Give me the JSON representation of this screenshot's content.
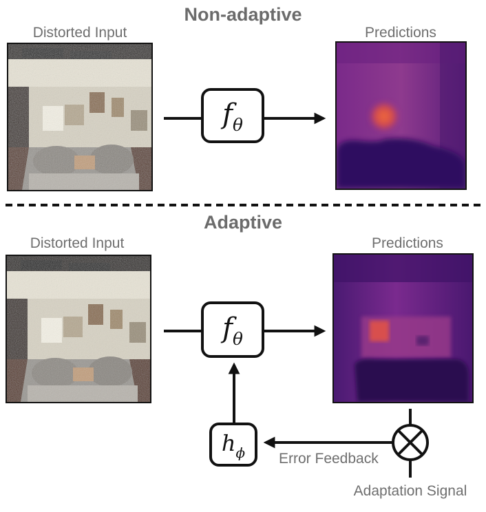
{
  "non_adaptive": {
    "title": "Non-adaptive",
    "input_label": "Distorted Input",
    "output_label": "Predictions",
    "model": {
      "symbol": "f",
      "subscript": "θ"
    }
  },
  "divider": {
    "style": "dashed"
  },
  "adaptive": {
    "title": "Adaptive",
    "input_label": "Distorted Input",
    "output_label": "Predictions",
    "model": {
      "symbol": "f",
      "subscript": "θ"
    },
    "adapter": {
      "symbol": "h",
      "subscript": "ϕ"
    },
    "feedback_label": "Error Feedback",
    "signal_label": "Adaptation Signal",
    "combiner_icon": "circle-times-icon"
  },
  "colors": {
    "title_gray": "#6b6b6b",
    "caption_gray": "#6e6e6e",
    "line": "#111111",
    "pred_dark": "#2a0f5a",
    "pred_mid": "#6a2a9a",
    "pred_bright": "#e8583a"
  }
}
